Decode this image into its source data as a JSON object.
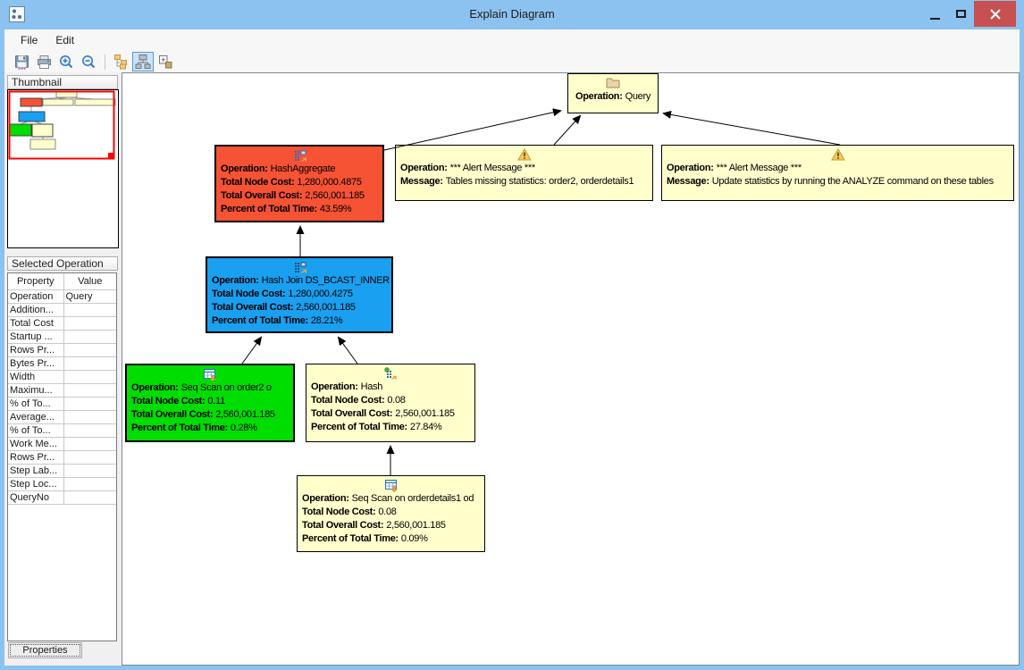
{
  "window": {
    "title": "Explain Diagram",
    "controls": [
      "minimize",
      "maximize",
      "close"
    ]
  },
  "menu": {
    "items": [
      {
        "label": "File"
      },
      {
        "label": "Edit"
      }
    ]
  },
  "toolbar": {
    "buttons": [
      {
        "name": "save"
      },
      {
        "name": "print"
      },
      {
        "name": "zoom-in"
      },
      {
        "name": "zoom-out"
      },
      {
        "name": "layout-tree"
      },
      {
        "name": "layout-hierarchy",
        "selected": true
      },
      {
        "name": "layout-compact"
      }
    ]
  },
  "sidebar": {
    "thumbnail_header": "Thumbnail",
    "selected_operation_header": "Selected Operation",
    "table": {
      "columns": [
        {
          "label": "Property"
        },
        {
          "label": "Value"
        }
      ],
      "rows": [
        {
          "p": "Operation",
          "v": "Query"
        },
        {
          "p": "Addition...",
          "v": ""
        },
        {
          "p": "Total Cost",
          "v": ""
        },
        {
          "p": "Startup ...",
          "v": ""
        },
        {
          "p": "Rows Pr...",
          "v": ""
        },
        {
          "p": "Bytes Pr...",
          "v": ""
        },
        {
          "p": "Width",
          "v": ""
        },
        {
          "p": "Maximu...",
          "v": ""
        },
        {
          "p": "% of To...",
          "v": ""
        },
        {
          "p": "Average...",
          "v": ""
        },
        {
          "p": "% of To...",
          "v": ""
        },
        {
          "p": "Work Me...",
          "v": ""
        },
        {
          "p": "Rows Pr...",
          "v": ""
        },
        {
          "p": "Step Lab...",
          "v": ""
        },
        {
          "p": "Step Loc...",
          "v": ""
        },
        {
          "p": "QueryNo",
          "v": ""
        }
      ]
    },
    "properties_tab": "Properties"
  },
  "diagram": {
    "nodes": [
      {
        "id": "query",
        "icon": "folder-icon",
        "color": "#FFFFCC",
        "lines": [
          {
            "label": "Operation:",
            "value": "Query"
          }
        ]
      },
      {
        "id": "hashaggregate",
        "icon": "hash-aggregate-icon",
        "color": "#F65234",
        "lines": [
          {
            "label": "Operation:",
            "value": "HashAggregate"
          },
          {
            "label": "Total Node Cost:",
            "value": "1,280,000.4875"
          },
          {
            "label": "Total Overall Cost:",
            "value": "2,560,001.185"
          },
          {
            "label": "Percent of Total Time:",
            "value": "43.59%"
          }
        ]
      },
      {
        "id": "alert-1",
        "icon": "warning-icon",
        "color": "#FFFFCC",
        "lines": [
          {
            "label": "Operation:",
            "value": "*** Alert Message ***"
          },
          {
            "label": "Message:",
            "value": "Tables missing statistics: order2, orderdetails1"
          }
        ]
      },
      {
        "id": "alert-2",
        "icon": "warning-icon",
        "color": "#FFFFCC",
        "lines": [
          {
            "label": "Operation:",
            "value": "*** Alert Message ***"
          },
          {
            "label": "Message:",
            "value": "Update statistics by running the ANALYZE command on these tables"
          }
        ]
      },
      {
        "id": "hash-join",
        "icon": "hash-join-icon",
        "color": "#19A0F0",
        "lines": [
          {
            "label": "Operation:",
            "value": "Hash Join DS_BCAST_INNER"
          },
          {
            "label": "Total Node Cost:",
            "value": "1,280,000.4275"
          },
          {
            "label": "Total Overall Cost:",
            "value": "2,560,001.185"
          },
          {
            "label": "Percent of Total Time:",
            "value": "28.21%"
          }
        ]
      },
      {
        "id": "seq-scan-order2",
        "icon": "seq-scan-icon",
        "color": "#00DD00",
        "lines": [
          {
            "label": "Operation:",
            "value": "Seq Scan on order2 o"
          },
          {
            "label": "Total Node Cost:",
            "value": "0.11"
          },
          {
            "label": "Total Overall Cost:",
            "value": "2,560,001.185"
          },
          {
            "label": "Percent of Total Time:",
            "value": "0.28%"
          }
        ]
      },
      {
        "id": "hash",
        "icon": "hash-build-icon",
        "color": "#FFFFCC",
        "lines": [
          {
            "label": "Operation:",
            "value": "Hash"
          },
          {
            "label": "Total Node Cost:",
            "value": "0.08"
          },
          {
            "label": "Total Overall Cost:",
            "value": "2,560,001.185"
          },
          {
            "label": "Percent of Total Time:",
            "value": "27.84%"
          }
        ]
      },
      {
        "id": "seq-scan-orderdetails1",
        "icon": "seq-scan-icon",
        "color": "#FFFFCC",
        "lines": [
          {
            "label": "Operation:",
            "value": "Seq Scan on orderdetails1 od"
          },
          {
            "label": "Total Node Cost:",
            "value": "0.08"
          },
          {
            "label": "Total Overall Cost:",
            "value": "2,560,001.185"
          },
          {
            "label": "Percent of Total Time:",
            "value": "0.09%"
          }
        ]
      }
    ],
    "edges": [
      {
        "from": "hashaggregate",
        "to": "query"
      },
      {
        "from": "alert-1",
        "to": "query"
      },
      {
        "from": "alert-2",
        "to": "query"
      },
      {
        "from": "hash-join",
        "to": "hashaggregate"
      },
      {
        "from": "seq-scan-order2",
        "to": "hash-join"
      },
      {
        "from": "hash",
        "to": "hash-join"
      },
      {
        "from": "seq-scan-orderdetails1",
        "to": "hash"
      }
    ]
  },
  "colors": {
    "titlebar": "#8CC2EF",
    "close_button": "#C75050",
    "node_red": "#F65234",
    "node_blue": "#19A0F0",
    "node_green": "#00DD00",
    "node_yellow": "#FFFFCC",
    "viewport_rect": "#FF0000",
    "selected_tool_bg": "#CBE4F7"
  }
}
